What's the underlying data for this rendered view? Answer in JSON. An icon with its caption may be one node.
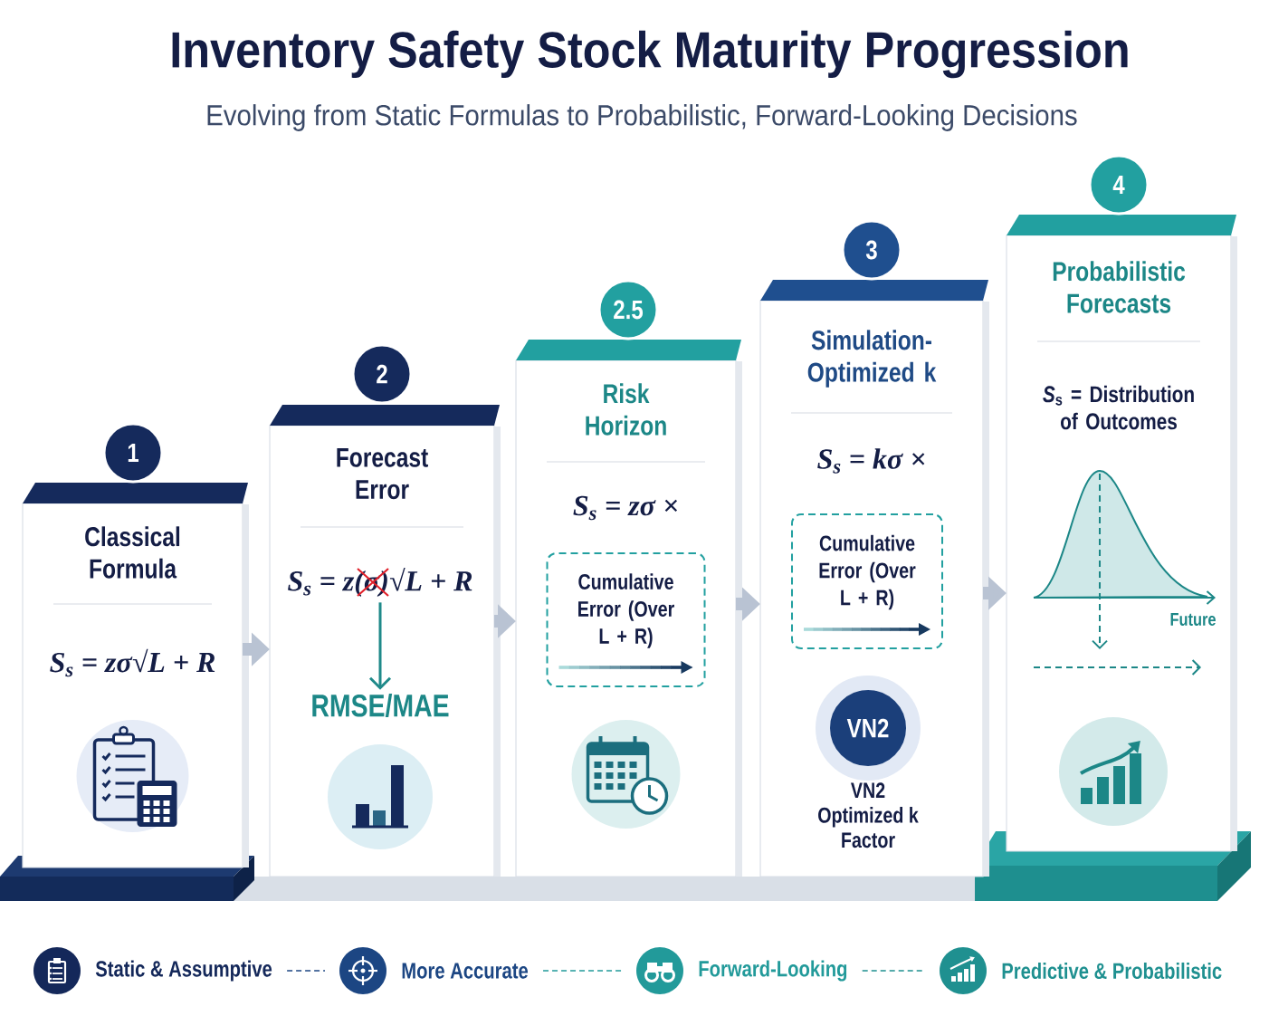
{
  "diagram": {
    "title": "Inventory Safety Stock Maturity Progression",
    "nodes": [
      {
        "text": [
          "1"
        ]
      },
      {
        "text": [
          "Classical Formula",
          "S$_{s}$ = zσ√L + R"
        ]
      },
      {
        "text": [
          "2"
        ]
      },
      {
        "text": [
          "Forecast Error"
        ]
      },
      {
        "text": [
          "S$_{s}$ = z(σ)√L + R"
        ],
        "in": 3
      },
      {
        "text": [
          "RMSE/MAE"
        ],
        "in": 3
      },
      {
        "text": [
          "2.5"
        ]
      },
      {
        "text": [
          "Risk Horizon",
          "S$_{s}$ = zσ ×"
        ]
      },
      {
        "text": [
          "Cumulative Error (Over L + R)"
        ],
        "in": 7
      },
      {
        "text": [
          "3"
        ]
      },
      {
        "text": [
          "Simulation-Optimized k",
          "S$_{s}$ = kσ ×"
        ]
      },
      {
        "text": [
          "Cumulative Error (Over L + R)"
        ],
        "in": 10
      },
      {
        "text": [
          "VN2"
        ],
        "beside": [
          "VN2 Optimized k Factor"
        ],
        "in": 10
      },
      {
        "text": [
          "4"
        ]
      },
      {
        "text": [
          "Probabilistic Forecasts",
          "*S*$_{s}$ = Distribution of Outcomes"
        ]
      }
    ],
    "edges": [
      {
        "from": 1,
        "to": 3,
        "arrow": "to"
      },
      {
        "from": 3,
        "to": 7,
        "arrow": "to"
      },
      {
        "from": 7,
        "to": 10,
        "arrow": "to"
      },
      {
        "from": 10,
        "to": 14,
        "arrow": "to"
      },
      {
        "from": 4,
        "to": 5,
        "arrow": "to",
        "color": "#1f8a8a"
      }
    ],
    "labels": [
      "Evolving from Static Formulas to Probabilistic, Forward-Looking Decisions",
      "Future"
    ],
    "legend": [
      {
        "text": "Static & Assumptive",
        "color": "#14285a"
      },
      {
        "text": "More Accurate",
        "color": "#1c4683"
      },
      {
        "text": "Forward-Looking",
        "color": "#229a9a"
      },
      {
        "text": "Predictive & Probabilistic",
        "color": "#1f9090"
      }
    ]
  }
}
